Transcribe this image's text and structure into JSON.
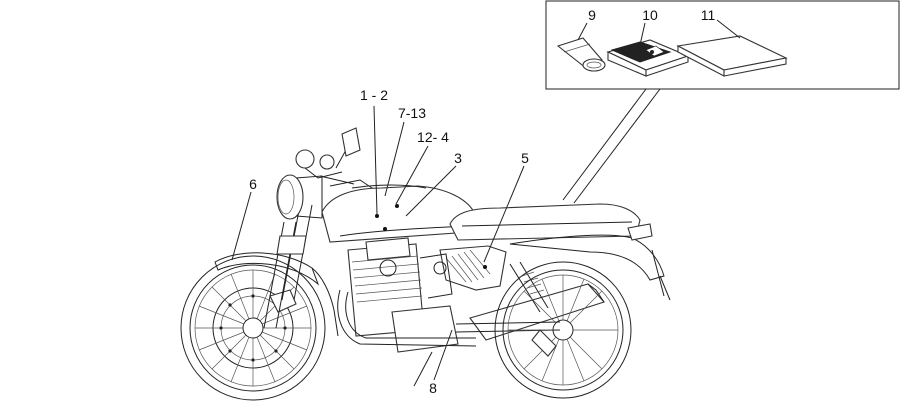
{
  "callouts": [
    {
      "id": "c9",
      "text": "9"
    },
    {
      "id": "c10",
      "text": "10"
    },
    {
      "id": "c11",
      "text": "11"
    },
    {
      "id": "c1",
      "text": "1 - 2"
    },
    {
      "id": "c7",
      "text": "7-13"
    },
    {
      "id": "c12",
      "text": "12- 4"
    },
    {
      "id": "c3",
      "text": "3"
    },
    {
      "id": "c5",
      "text": "5"
    },
    {
      "id": "c6",
      "text": "6"
    },
    {
      "id": "c8",
      "text": "8"
    }
  ],
  "colors": {
    "line": "#222222",
    "background": "#ffffff",
    "accent_dark": "#333333"
  }
}
